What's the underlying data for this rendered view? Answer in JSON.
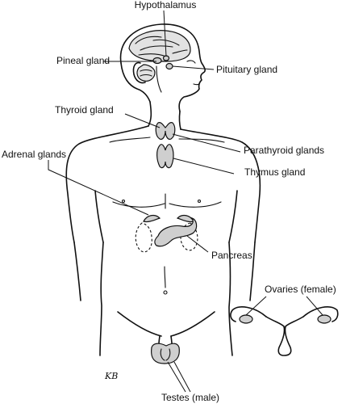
{
  "labels": {
    "hypothalamus": "Hypothalamus",
    "pineal": "Pineal gland",
    "pituitary": "Pituitary gland",
    "thyroid": "Thyroid gland",
    "parathyroid": "Parathyroid glands",
    "adrenal": "Adrenal glands",
    "thymus": "Thymus gland",
    "pancreas": "Pancreas",
    "ovaries": "Ovaries (female)",
    "testes": "Testes (male)"
  },
  "signature": "KB",
  "colors": {
    "ink": "#111111",
    "gland_fill": "#cfcfcf",
    "background": "#ffffff"
  }
}
